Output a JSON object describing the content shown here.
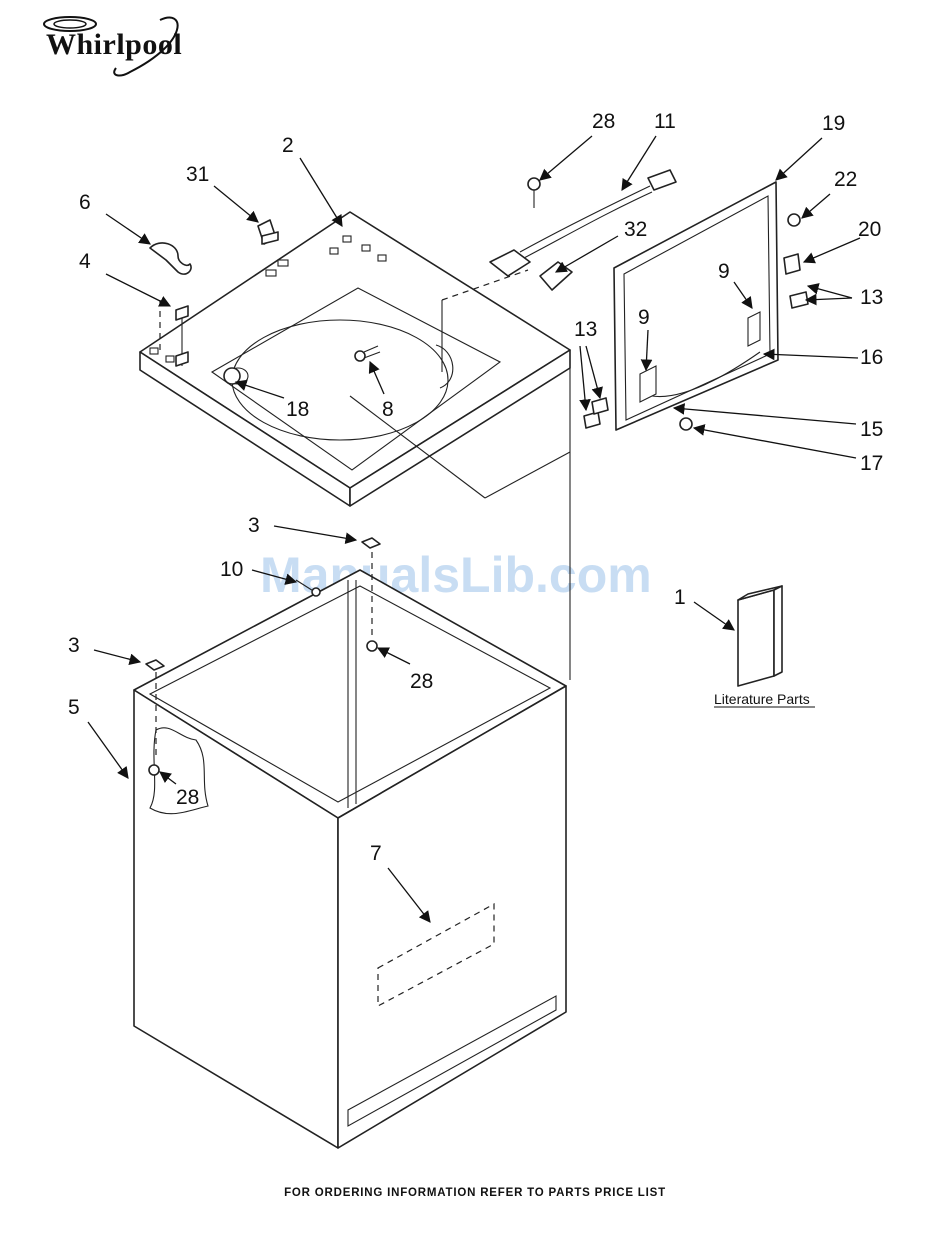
{
  "brand": {
    "name": "Whirlpool"
  },
  "watermark": "ManualsLib.com",
  "footer": "FOR ORDERING INFORMATION REFER TO PARTS PRICE LIST",
  "literature_label": "Literature Parts",
  "callouts": {
    "top_left_6": "6",
    "top_left_4": "4",
    "top_31": "31",
    "top_2": "2",
    "top_18": "18",
    "top_8": "8",
    "top_28": "28",
    "top_11": "11",
    "top_32": "32",
    "lid_19": "19",
    "lid_22": "22",
    "lid_20": "20",
    "lid_9a": "9",
    "lid_13a": "13",
    "lid_16": "16",
    "lid_13b": "13",
    "lid_9b": "9",
    "lid_15": "15",
    "lid_17": "17",
    "mid_3a": "3",
    "mid_10": "10",
    "mid_28": "28",
    "lit_1": "1",
    "cab_3": "3",
    "cab_5": "5",
    "cab_28": "28",
    "cab_7": "7"
  }
}
